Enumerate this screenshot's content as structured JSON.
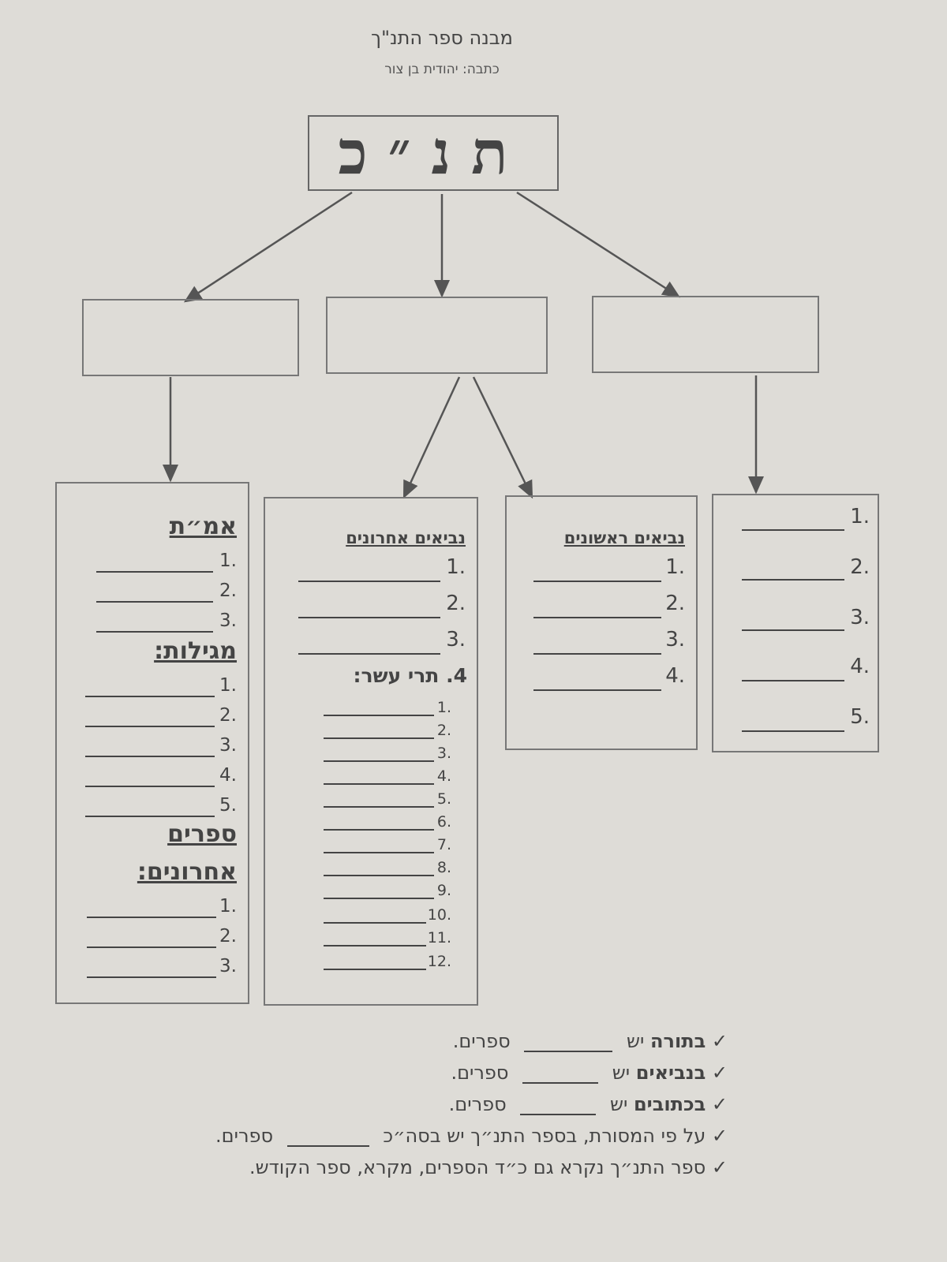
{
  "header": {
    "title": "מבנה ספר התנ\"ך",
    "author": "כתבה: יהודית בן צור"
  },
  "root_box": {
    "label": "תנ״כ"
  },
  "torah_list": {
    "numbers": [
      "1.",
      "2.",
      "3.",
      "4.",
      "5."
    ]
  },
  "rishonim": {
    "heading": "נביאים ראשונים",
    "numbers": [
      "1.",
      "2.",
      "3.",
      "4."
    ]
  },
  "acharonim": {
    "heading": "נביאים אחרונים",
    "numbers": [
      "1.",
      "2.",
      "3."
    ],
    "trei_asar_heading": "4. תרי עשר:",
    "trei_asar_numbers": [
      "1.",
      "2.",
      "3.",
      "4.",
      "5.",
      "6.",
      "7.",
      "8.",
      "9.",
      "10.",
      "11.",
      "12."
    ]
  },
  "ketuvim": {
    "emet_heading": "אמ״ת",
    "emet_numbers": [
      "1.",
      "2.",
      "3."
    ],
    "megilot_heading": "מגילות:",
    "megilot_numbers": [
      "1.",
      "2.",
      "3.",
      "4.",
      "5."
    ],
    "sfarim_heading_1": "ספרים",
    "sfarim_heading_2": "אחרונים:",
    "sfarim_numbers": [
      "1.",
      "2.",
      "3."
    ]
  },
  "statements": {
    "check_mark": "✓",
    "s1_bold": "בתורה",
    "s1_mid": "יש",
    "s1_end": "ספרים.",
    "s2_bold": "בנביאים",
    "s2_mid": "יש",
    "s2_end": "ספרים.",
    "s3_bold": "בכתובים",
    "s3_mid": "יש",
    "s3_end": "ספרים.",
    "s4_start": "על פי המסורת, בספר התנ״ך יש בסה״כ",
    "s4_end": "ספרים.",
    "s5": "ספר התנ״ך נקרא גם כ״ד הספרים, מקרא, ספר הקודש."
  }
}
